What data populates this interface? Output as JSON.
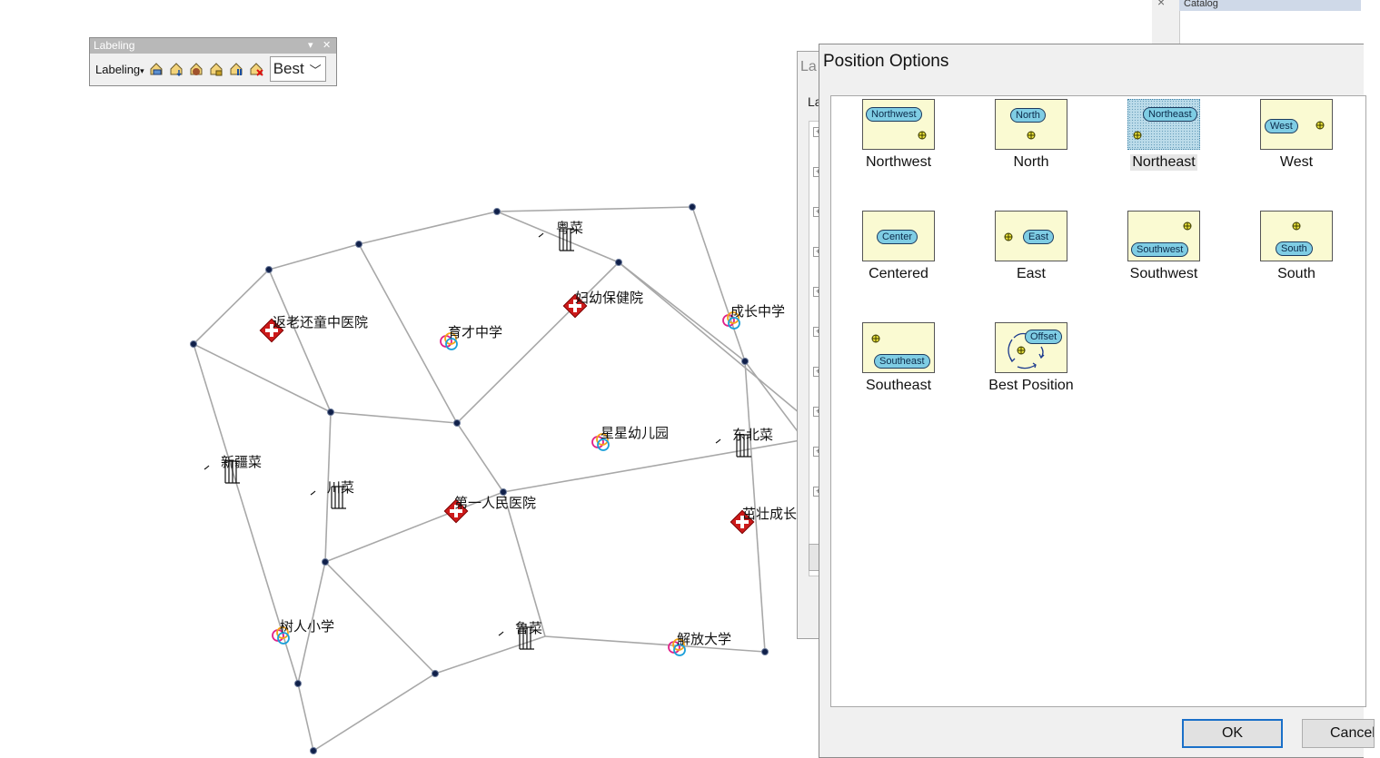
{
  "labeling_toolbar": {
    "title": "Labeling",
    "menu_label": "Labeling",
    "menu_arrow": "▾",
    "placement_value": "Best",
    "icons": [
      "label-manager-icon",
      "label-priority-icon",
      "label-weight-icon",
      "lock-labels-icon",
      "pause-labeling-icon",
      "unplaced-labels-icon"
    ]
  },
  "background_dialog": {
    "title_fragment": "La",
    "label_fragment": "La"
  },
  "catalog": {
    "title_fragment": "Catalog",
    "close_glyph": "×"
  },
  "position_dialog": {
    "title": "Position Options",
    "options": [
      {
        "name": "Northwest",
        "pill": "Northwest",
        "selected": false
      },
      {
        "name": "North",
        "pill": "North",
        "selected": false
      },
      {
        "name": "Northeast",
        "pill": "Northeast",
        "selected": true
      },
      {
        "name": "West",
        "pill": "West",
        "selected": false
      },
      {
        "name": "Centered",
        "pill": "Center",
        "selected": false
      },
      {
        "name": "East",
        "pill": "East",
        "selected": false
      },
      {
        "name": "Southwest",
        "pill": "Southwest",
        "selected": false
      },
      {
        "name": "South",
        "pill": "South",
        "selected": false
      },
      {
        "name": "Southeast",
        "pill": "Southeast",
        "selected": false
      },
      {
        "name": "Best Position",
        "pill": "Offset",
        "selected": false
      }
    ],
    "ok_label": "OK",
    "cancel_label": "Cancel"
  },
  "map": {
    "hospitals": [
      "返老还童中医院",
      "妇幼保健院",
      "第一人民医院",
      "茁壮成长"
    ],
    "schools": [
      "育才中学",
      "成长中学",
      "星星幼儿园",
      "树人小学",
      "解放大学"
    ],
    "restaurants": [
      "粤菜",
      "新疆菜",
      "川菜",
      "东北菜",
      "鲁菜"
    ]
  },
  "colors": {
    "road": "#a8a8a8",
    "node": "#10204a",
    "hospital": "#cc1a1a",
    "pill": "#7fcde4",
    "thumb": "#fafad2"
  }
}
